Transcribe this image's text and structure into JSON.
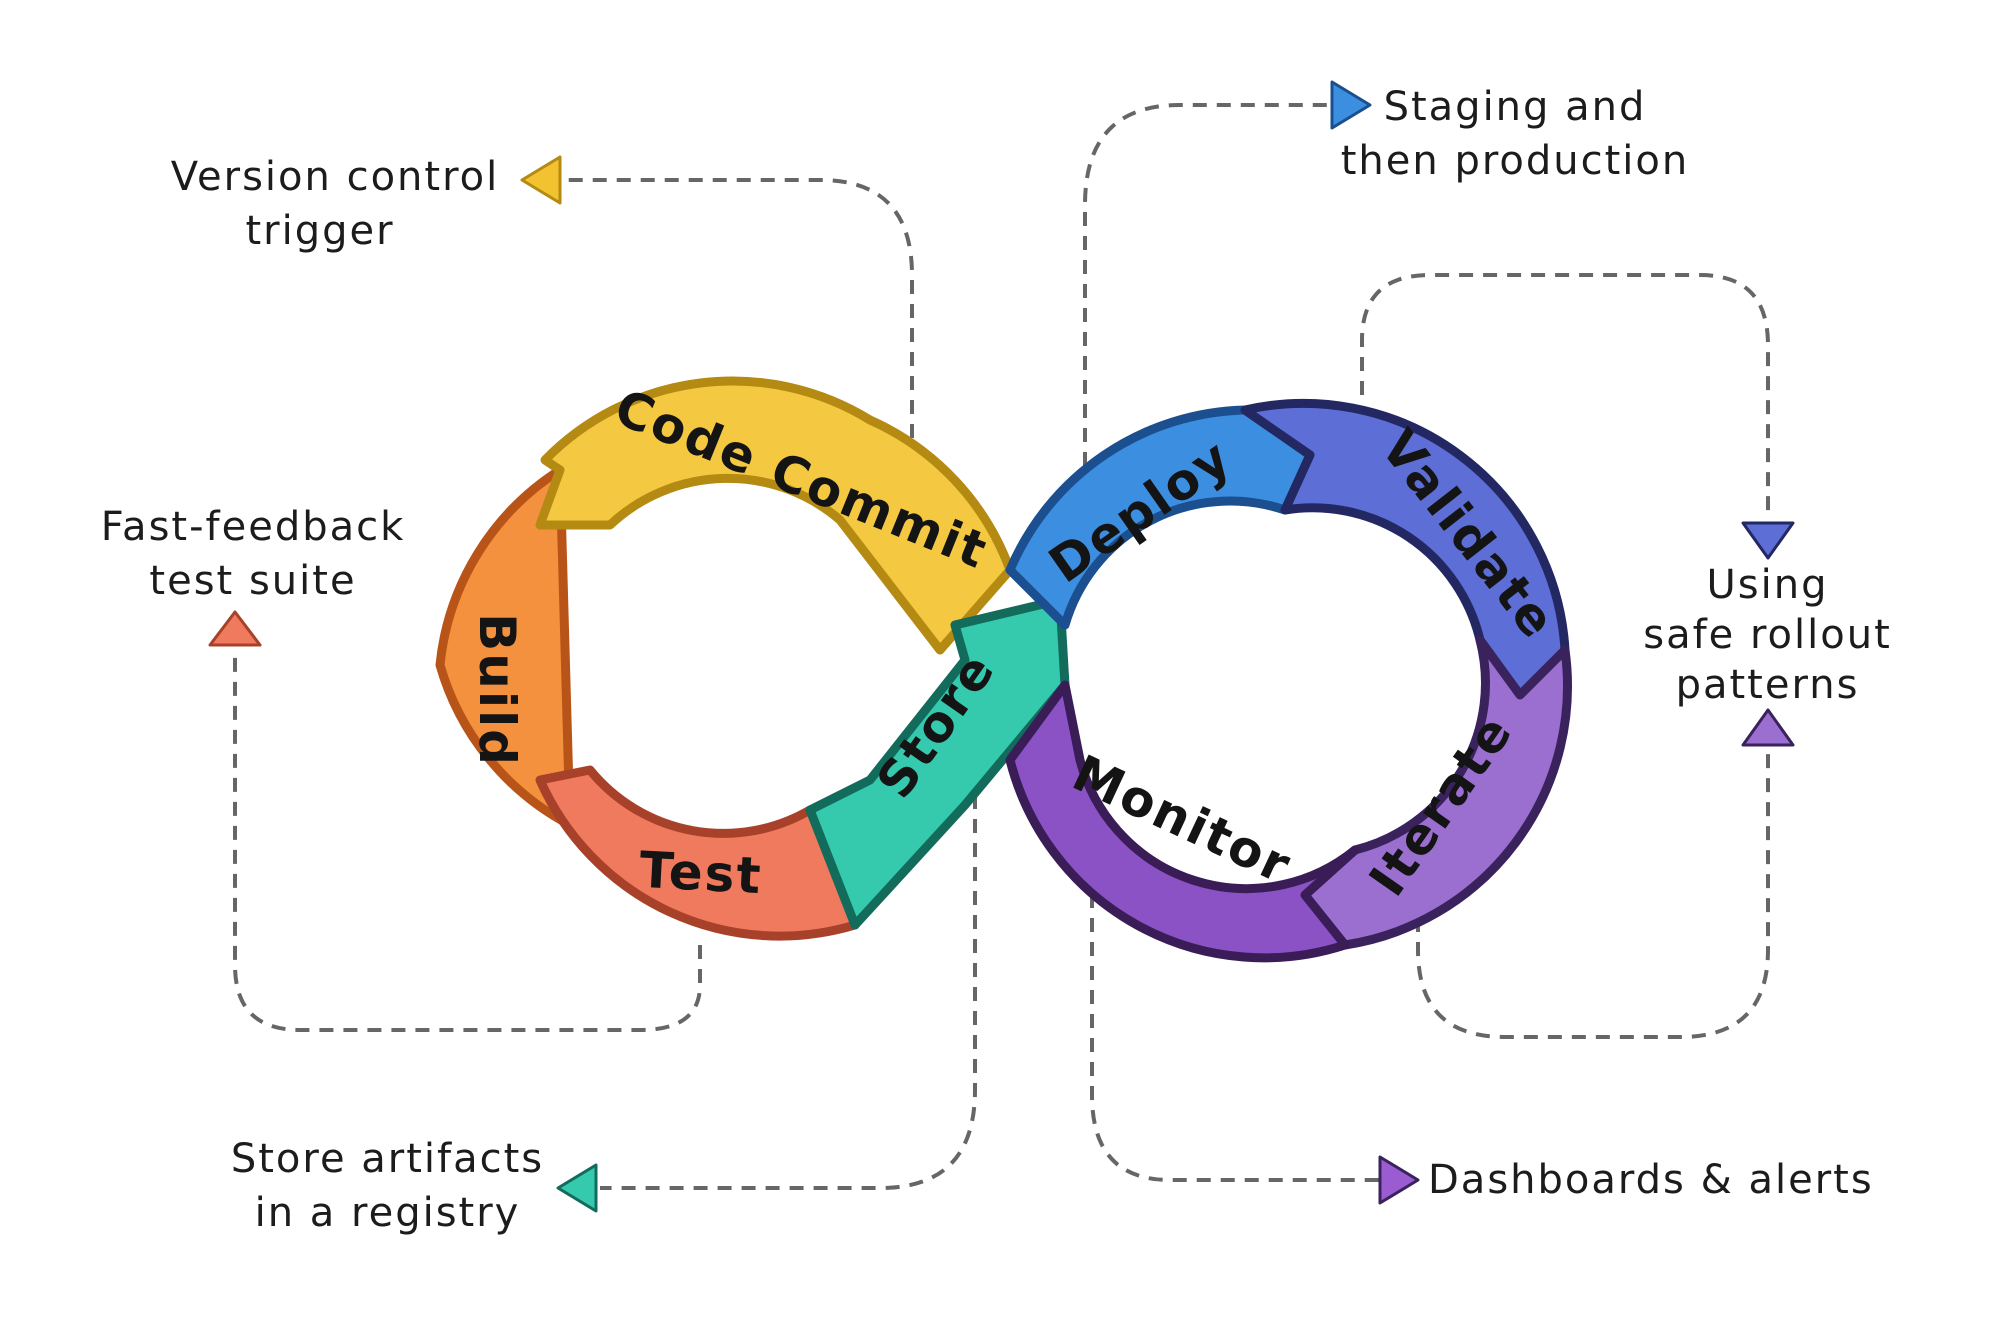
{
  "loop": {
    "segments": [
      {
        "id": "code-commit",
        "label": "Code Commit",
        "color": "#f5c842",
        "edge": "#b58a12"
      },
      {
        "id": "build",
        "label": "Build",
        "color": "#f4913e",
        "edge": "#b85418"
      },
      {
        "id": "test",
        "label": "Test",
        "color": "#f07a5e",
        "edge": "#a8412a"
      },
      {
        "id": "store",
        "label": "Store",
        "color": "#35c9ae",
        "edge": "#136b5c"
      },
      {
        "id": "deploy",
        "label": "Deploy",
        "color": "#3c8fe0",
        "edge": "#1b4f8f"
      },
      {
        "id": "validate",
        "label": "Validate",
        "color": "#5d6fd6",
        "edge": "#232863"
      },
      {
        "id": "iterate",
        "label": "Iterate",
        "color": "#9a6fd0",
        "edge": "#3a225c"
      },
      {
        "id": "monitor",
        "label": "Monitor",
        "color": "#8a52c4",
        "edge": "#3a1d57"
      }
    ]
  },
  "notes": {
    "version_control": {
      "lines": [
        "Version control",
        "trigger"
      ],
      "color": "#f2c230"
    },
    "fast_feedback": {
      "lines": [
        "Fast-feedback",
        "test suite"
      ],
      "color": "#f07a5e"
    },
    "store_artifacts": {
      "lines": [
        "Store artifacts",
        "in a registry"
      ],
      "color": "#35c9ae"
    },
    "staging": {
      "lines": [
        "Staging and",
        "then production"
      ],
      "color": "#3c8fe0"
    },
    "rollout": {
      "lines": [
        "Using",
        "safe rollout",
        "patterns"
      ],
      "color_down": "#5d6fd6",
      "color_up": "#9a6fd0"
    },
    "dashboards": {
      "lines": [
        "Dashboards & alerts"
      ],
      "color": "#9a5cd0"
    }
  },
  "connector_color": "#666666"
}
